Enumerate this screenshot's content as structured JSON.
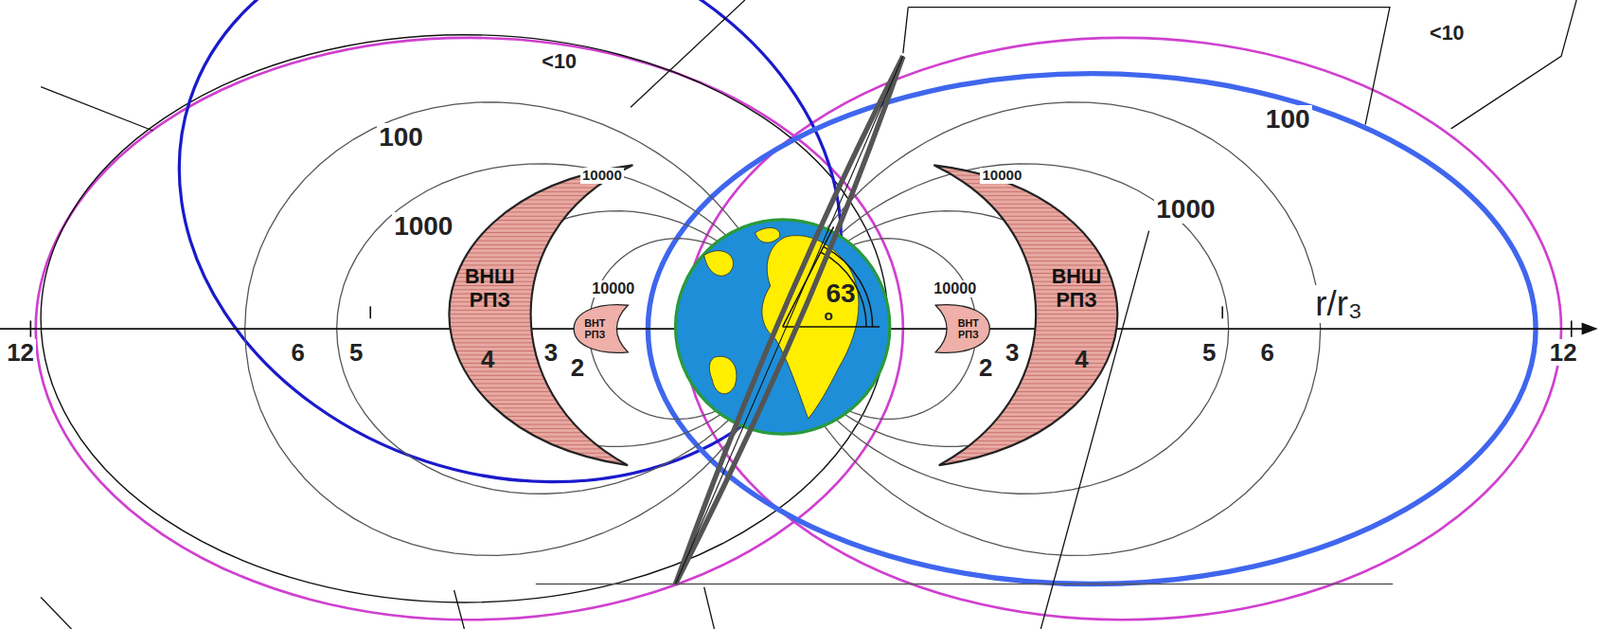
{
  "diagram": {
    "nodes": [
      {
        "text": [
          "ВНШ РПЗ"
        ]
      },
      {
        "text": [
          "ВНТ РПЗ"
        ]
      },
      {
        "text": [
          "ВНТ РПЗ"
        ]
      },
      {
        "text": [
          "ВНШ РПЗ"
        ]
      }
    ],
    "labels": [
      "<10",
      "<10",
      "100",
      "100",
      "1000",
      "1000",
      "10000",
      "10000",
      "10000",
      "10000",
      "63",
      "о",
      "12",
      "6",
      "5",
      "4",
      "3",
      "2",
      "2",
      "3",
      "4",
      "5",
      "6",
      "12",
      "r/r₃"
    ]
  }
}
